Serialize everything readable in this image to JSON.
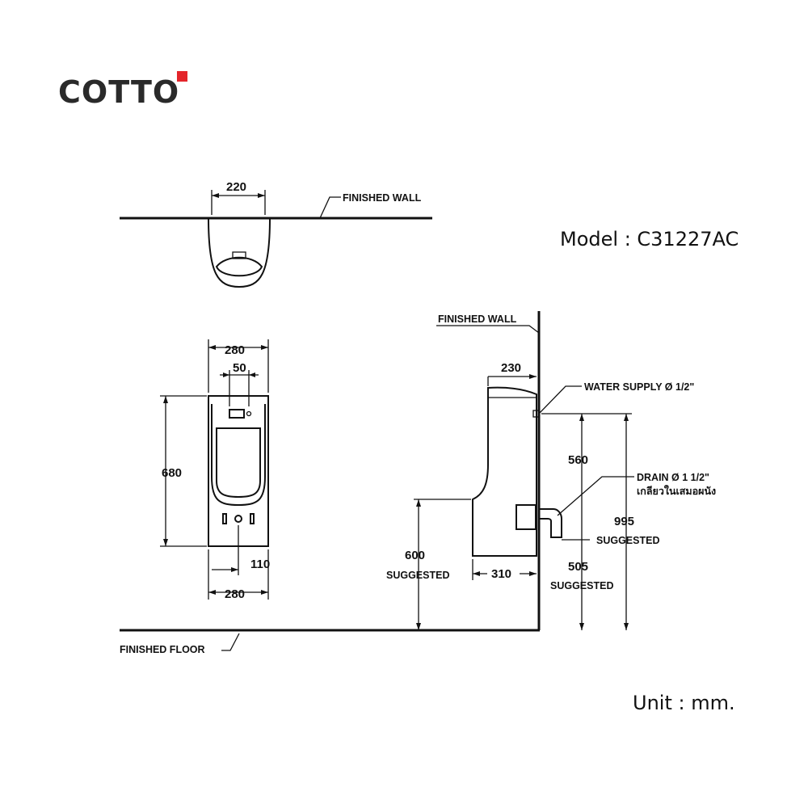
{
  "brand": {
    "name": "COTTO",
    "accent": "#e4252b"
  },
  "model_label": "Model : C31227AC",
  "unit_label": "Unit : mm.",
  "top_view": {
    "width_dim": "220",
    "wall_label": "FINISHED WALL"
  },
  "front_view": {
    "top_width_dim": "280",
    "sensor_dim": "50",
    "height_dim": "680",
    "hole_dim": "110",
    "bottom_width_dim": "280"
  },
  "side_view": {
    "wall_label": "FINISHED WALL",
    "depth_top_dim": "230",
    "water_supply_label": "WATER SUPPLY Ø 1/2\"",
    "supply_height_dim": "560",
    "drain_label": "DRAIN Ø 1 1/2\"",
    "drain_note": "เกลียวในเสมอผนัง",
    "total_height_dim": "995",
    "total_height_note": "SUGGESTED",
    "rim_height_dim": "600",
    "rim_height_note": "SUGGESTED",
    "depth_bottom_dim": "310",
    "drain_height_dim": "505",
    "drain_height_note": "SUGGESTED"
  },
  "floor_label": "FINISHED FLOOR"
}
